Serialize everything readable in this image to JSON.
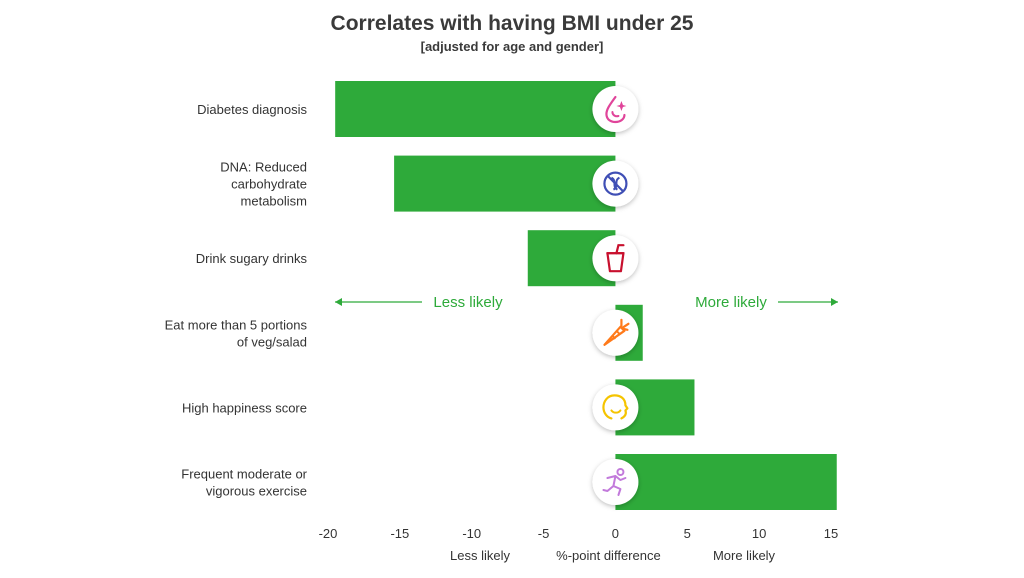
{
  "chart_data": {
    "type": "bar",
    "orientation": "horizontal",
    "title": "Correlates with having BMI under 25",
    "subtitle": "[adjusted for age and gender]",
    "categories": [
      [
        "Diabetes diagnosis"
      ],
      [
        "DNA: Reduced",
        "carbohydrate",
        "metabolism"
      ],
      [
        "Drink sugary drinks"
      ],
      [
        "Eat more than 5 portions",
        "of veg/salad"
      ],
      [
        "High happiness score"
      ],
      [
        "Frequent moderate or",
        "vigorous exercise"
      ]
    ],
    "values": [
      -19.5,
      -15.4,
      -6.1,
      1.9,
      5.5,
      15.4
    ],
    "icons": [
      "drop-sparkle-icon",
      "no-dna-icon",
      "sugary-drink-icon",
      "carrot-icon",
      "smiling-head-icon",
      "running-person-icon"
    ],
    "icon_colors": [
      "#e0449a",
      "#3f4fb5",
      "#c8102e",
      "#ff7a1a",
      "#f5c400",
      "#c27adb"
    ],
    "bar_color": "#2eaa3a",
    "xlim": [
      -20,
      15
    ],
    "xticks": [
      -20,
      -15,
      -10,
      -5,
      0,
      5,
      10,
      15
    ],
    "xlabel": "%-point difference",
    "xlabel_left": "Less likely",
    "xlabel_right": "More likely",
    "annotation_left": "Less likely",
    "annotation_right": "More likely",
    "annotation_color": "#2eaa3a",
    "grid": false
  }
}
